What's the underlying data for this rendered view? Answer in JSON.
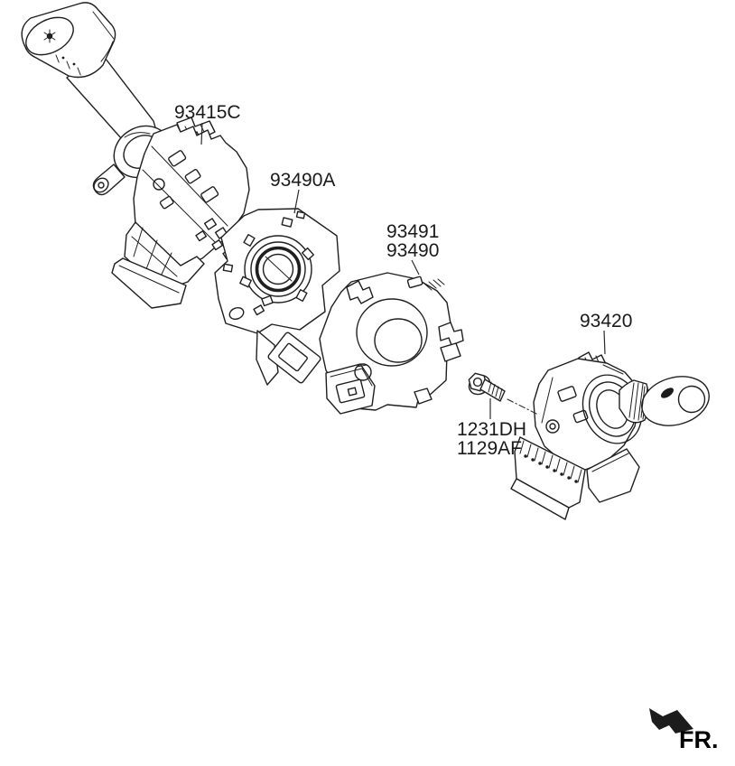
{
  "diagram": {
    "kind": "exploded-parts-line-drawing",
    "background": "#ffffff",
    "line_color": "#1f1f1f",
    "label_color": "#1a1a1a"
  },
  "labels": {
    "part_93415C": "93415C",
    "part_93490A": "93490A",
    "part_93491": "93491",
    "part_93490": "93490",
    "part_93420": "93420",
    "fastener_line1": "1231DH",
    "fastener_line2": "1129AF",
    "front_marker": "FR."
  },
  "callouts": [
    {
      "label": "93415C",
      "points_to": "lever-switch-assembly-upper-left"
    },
    {
      "label": "93490A",
      "points_to": "clock-spring-plate-center"
    },
    {
      "label": "93491",
      "points_to": "cover-center-right"
    },
    {
      "label": "93490",
      "points_to": "cover-center-right"
    },
    {
      "label": "93420",
      "points_to": "switch-assembly-right"
    },
    {
      "label": "1231DH",
      "points_to": "bolt"
    },
    {
      "label": "1129AF",
      "points_to": "bolt"
    }
  ]
}
